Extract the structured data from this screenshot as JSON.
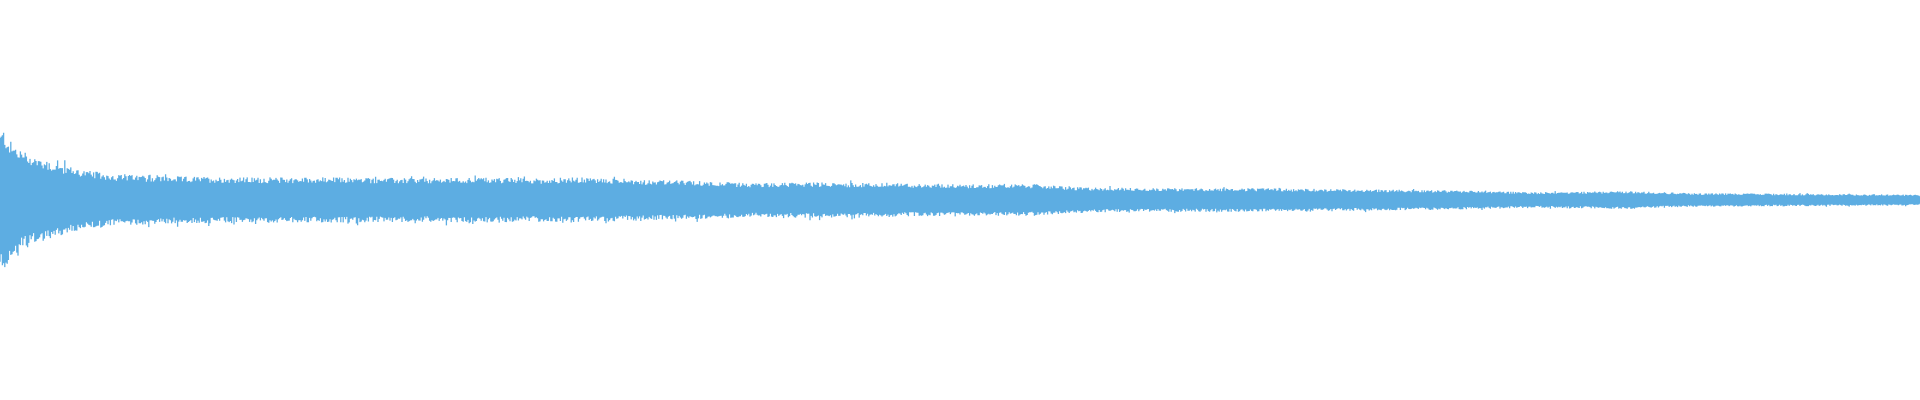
{
  "waveform": {
    "color": "#5dade2",
    "background": "#ffffff",
    "envelope": {
      "comment_free": true,
      "points": [
        [
          0.0,
          0.69
        ],
        [
          0.002,
          0.72
        ],
        [
          0.006,
          0.58
        ],
        [
          0.012,
          0.5
        ],
        [
          0.02,
          0.43
        ],
        [
          0.03,
          0.37
        ],
        [
          0.045,
          0.3
        ],
        [
          0.06,
          0.26
        ],
        [
          0.09,
          0.24
        ],
        [
          0.13,
          0.23
        ],
        [
          0.18,
          0.23
        ],
        [
          0.22,
          0.22
        ],
        [
          0.25,
          0.23
        ],
        [
          0.28,
          0.22
        ],
        [
          0.3,
          0.23
        ],
        [
          0.33,
          0.21
        ],
        [
          0.37,
          0.19
        ],
        [
          0.39,
          0.17
        ],
        [
          0.42,
          0.18
        ],
        [
          0.46,
          0.17
        ],
        [
          0.5,
          0.16
        ],
        [
          0.54,
          0.16
        ],
        [
          0.56,
          0.13
        ],
        [
          0.6,
          0.12
        ],
        [
          0.65,
          0.12
        ],
        [
          0.7,
          0.11
        ],
        [
          0.75,
          0.1
        ],
        [
          0.8,
          0.08
        ],
        [
          0.85,
          0.09
        ],
        [
          0.88,
          0.07
        ],
        [
          0.92,
          0.065
        ],
        [
          0.96,
          0.06
        ],
        [
          1.0,
          0.055
        ]
      ]
    }
  }
}
